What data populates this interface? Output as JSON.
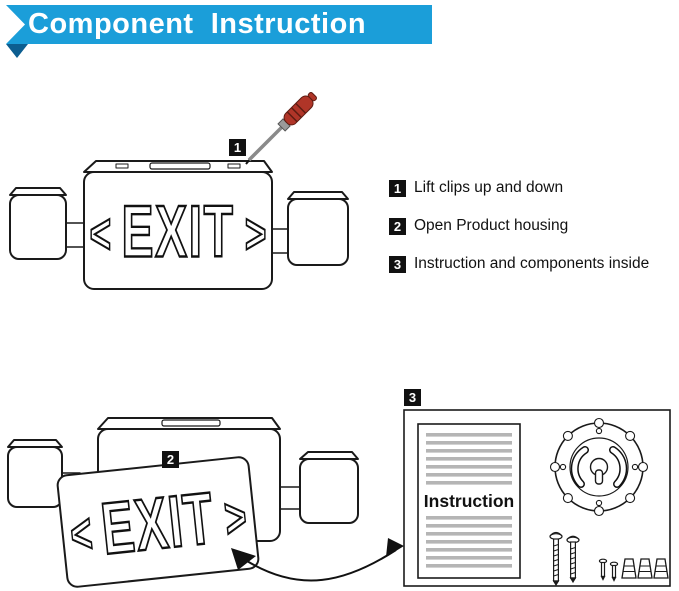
{
  "header": {
    "title": "Component  Instruction"
  },
  "colors": {
    "banner": "#1b9ed9",
    "banner_fold": "#0c5e90",
    "line": "#1a1a1a",
    "paper_line": "#b5b5b5",
    "screwdriver_handle": "#b03528"
  },
  "callouts": {
    "one": "1",
    "two": "2",
    "three": "3"
  },
  "steps": [
    {
      "num": "1",
      "label": "Lift clips up and down"
    },
    {
      "num": "2",
      "label": "Open Product housing"
    },
    {
      "num": "3",
      "label": "Instruction and components inside"
    }
  ],
  "exit_sign": {
    "text": "EXIT",
    "chevron_left": "<",
    "chevron_right": ">"
  },
  "parts_box": {
    "instruction_label": "Instruction"
  }
}
